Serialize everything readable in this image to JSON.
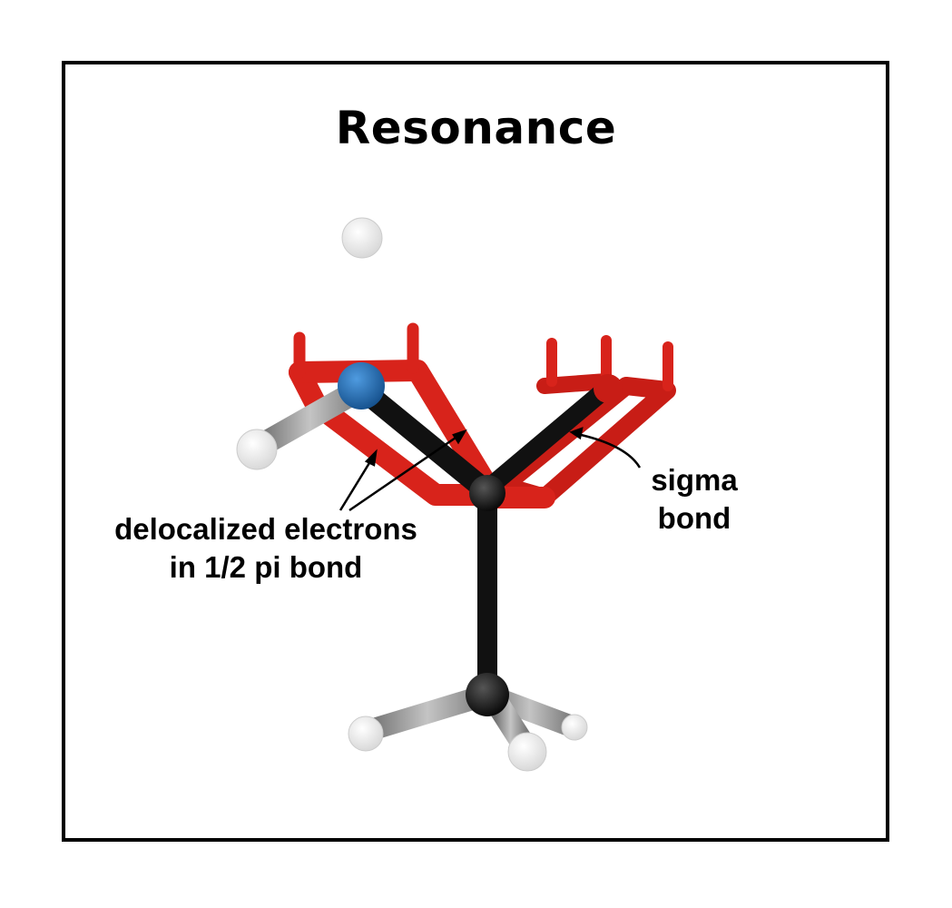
{
  "title": "Resonance",
  "labels": {
    "delocalized_line1": "delocalized electrons",
    "delocalized_line2": "in 1/2 pi bond",
    "sigma_line1": "sigma",
    "sigma_line2": "bond"
  },
  "colors": {
    "frame": "#000000",
    "pi_bond": "#d8231b",
    "sigma_bond": "#111111",
    "h_bond": "#9a9a9a",
    "nitrogen_atom": "#1f6fb8",
    "carbon_atom": "#111111",
    "hydrogen_atom": "#f4f4f4"
  }
}
